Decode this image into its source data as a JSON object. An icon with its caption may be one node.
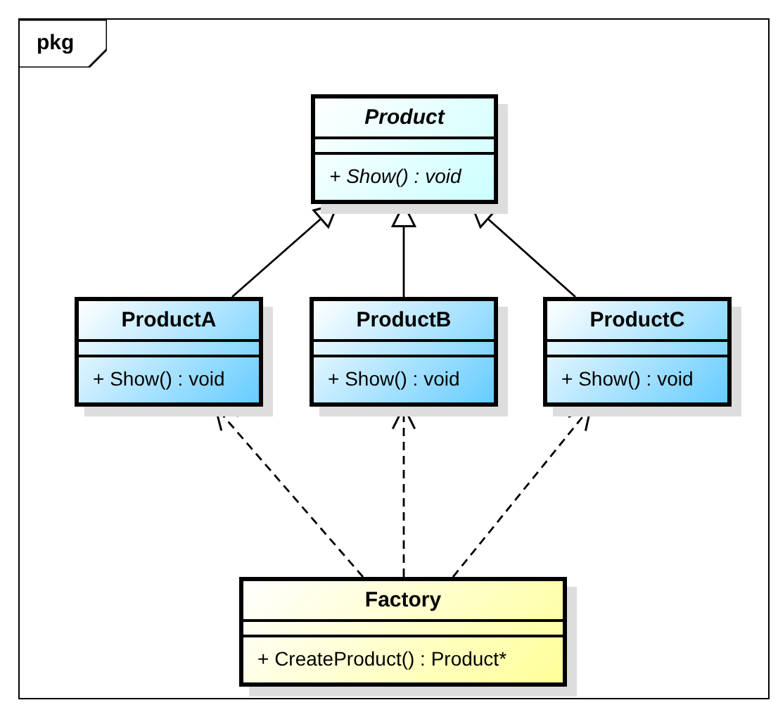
{
  "diagram": {
    "nodes": [
      {
        "text": [
          "pkg"
        ]
      },
      {
        "text": [
          "Product",
          "+ Show() : void"
        ],
        "in": 0
      },
      {
        "text": [
          "ProductA",
          "+ Show() : void"
        ],
        "in": 0
      },
      {
        "text": [
          "ProductB",
          "+ Show() : void"
        ],
        "in": 0
      },
      {
        "text": [
          "ProductC",
          "+ Show() : void"
        ],
        "in": 0
      },
      {
        "text": [
          "Factory",
          "+ CreateProduct() : Product*"
        ],
        "in": 0
      }
    ],
    "edges": [
      {
        "from": 2,
        "to": 1,
        "arrow": "to"
      },
      {
        "from": 3,
        "to": 1,
        "arrow": "to"
      },
      {
        "from": 4,
        "to": 1,
        "arrow": "to"
      },
      {
        "from": 5,
        "to": 2,
        "arrow": "to",
        "style": "dashed"
      },
      {
        "from": 5,
        "to": 3,
        "arrow": "to",
        "style": "dashed"
      },
      {
        "from": 5,
        "to": 4,
        "arrow": "to",
        "style": "dashed"
      }
    ]
  }
}
